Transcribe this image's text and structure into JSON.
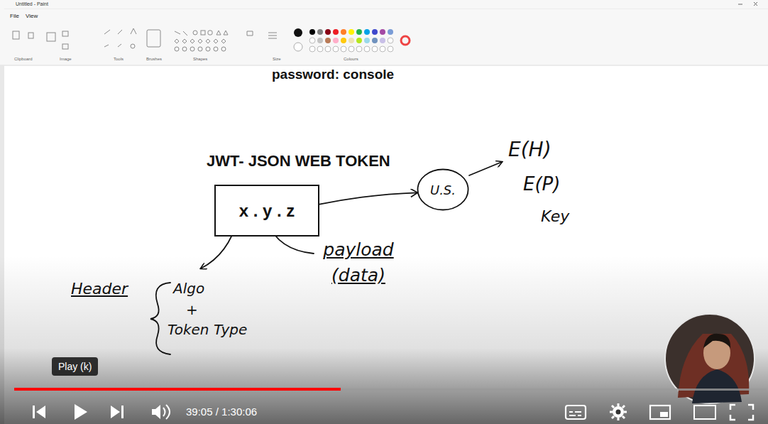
{
  "diagram": {
    "title": "JWT- JSON WEB TOKEN",
    "nodes": [
      {
        "text": [
          "x . y . z"
        ]
      },
      {
        "text": [
          "U.S."
        ]
      }
    ],
    "edges": [
      {
        "from": 0,
        "to": 1,
        "arrow": "to"
      }
    ],
    "labels": [
      "Untitled - Paint",
      "File",
      "View",
      "Clipboard",
      "Image",
      "Tools",
      "Brushes",
      "Shapes",
      "Size",
      "Colours",
      "password: console",
      "E(H)",
      "E(P)",
      "Key",
      "payload (data)",
      "Header",
      "Algo",
      "+",
      "Token Type",
      "Play (k)",
      "39:05 / 1:30:06"
    ]
  }
}
